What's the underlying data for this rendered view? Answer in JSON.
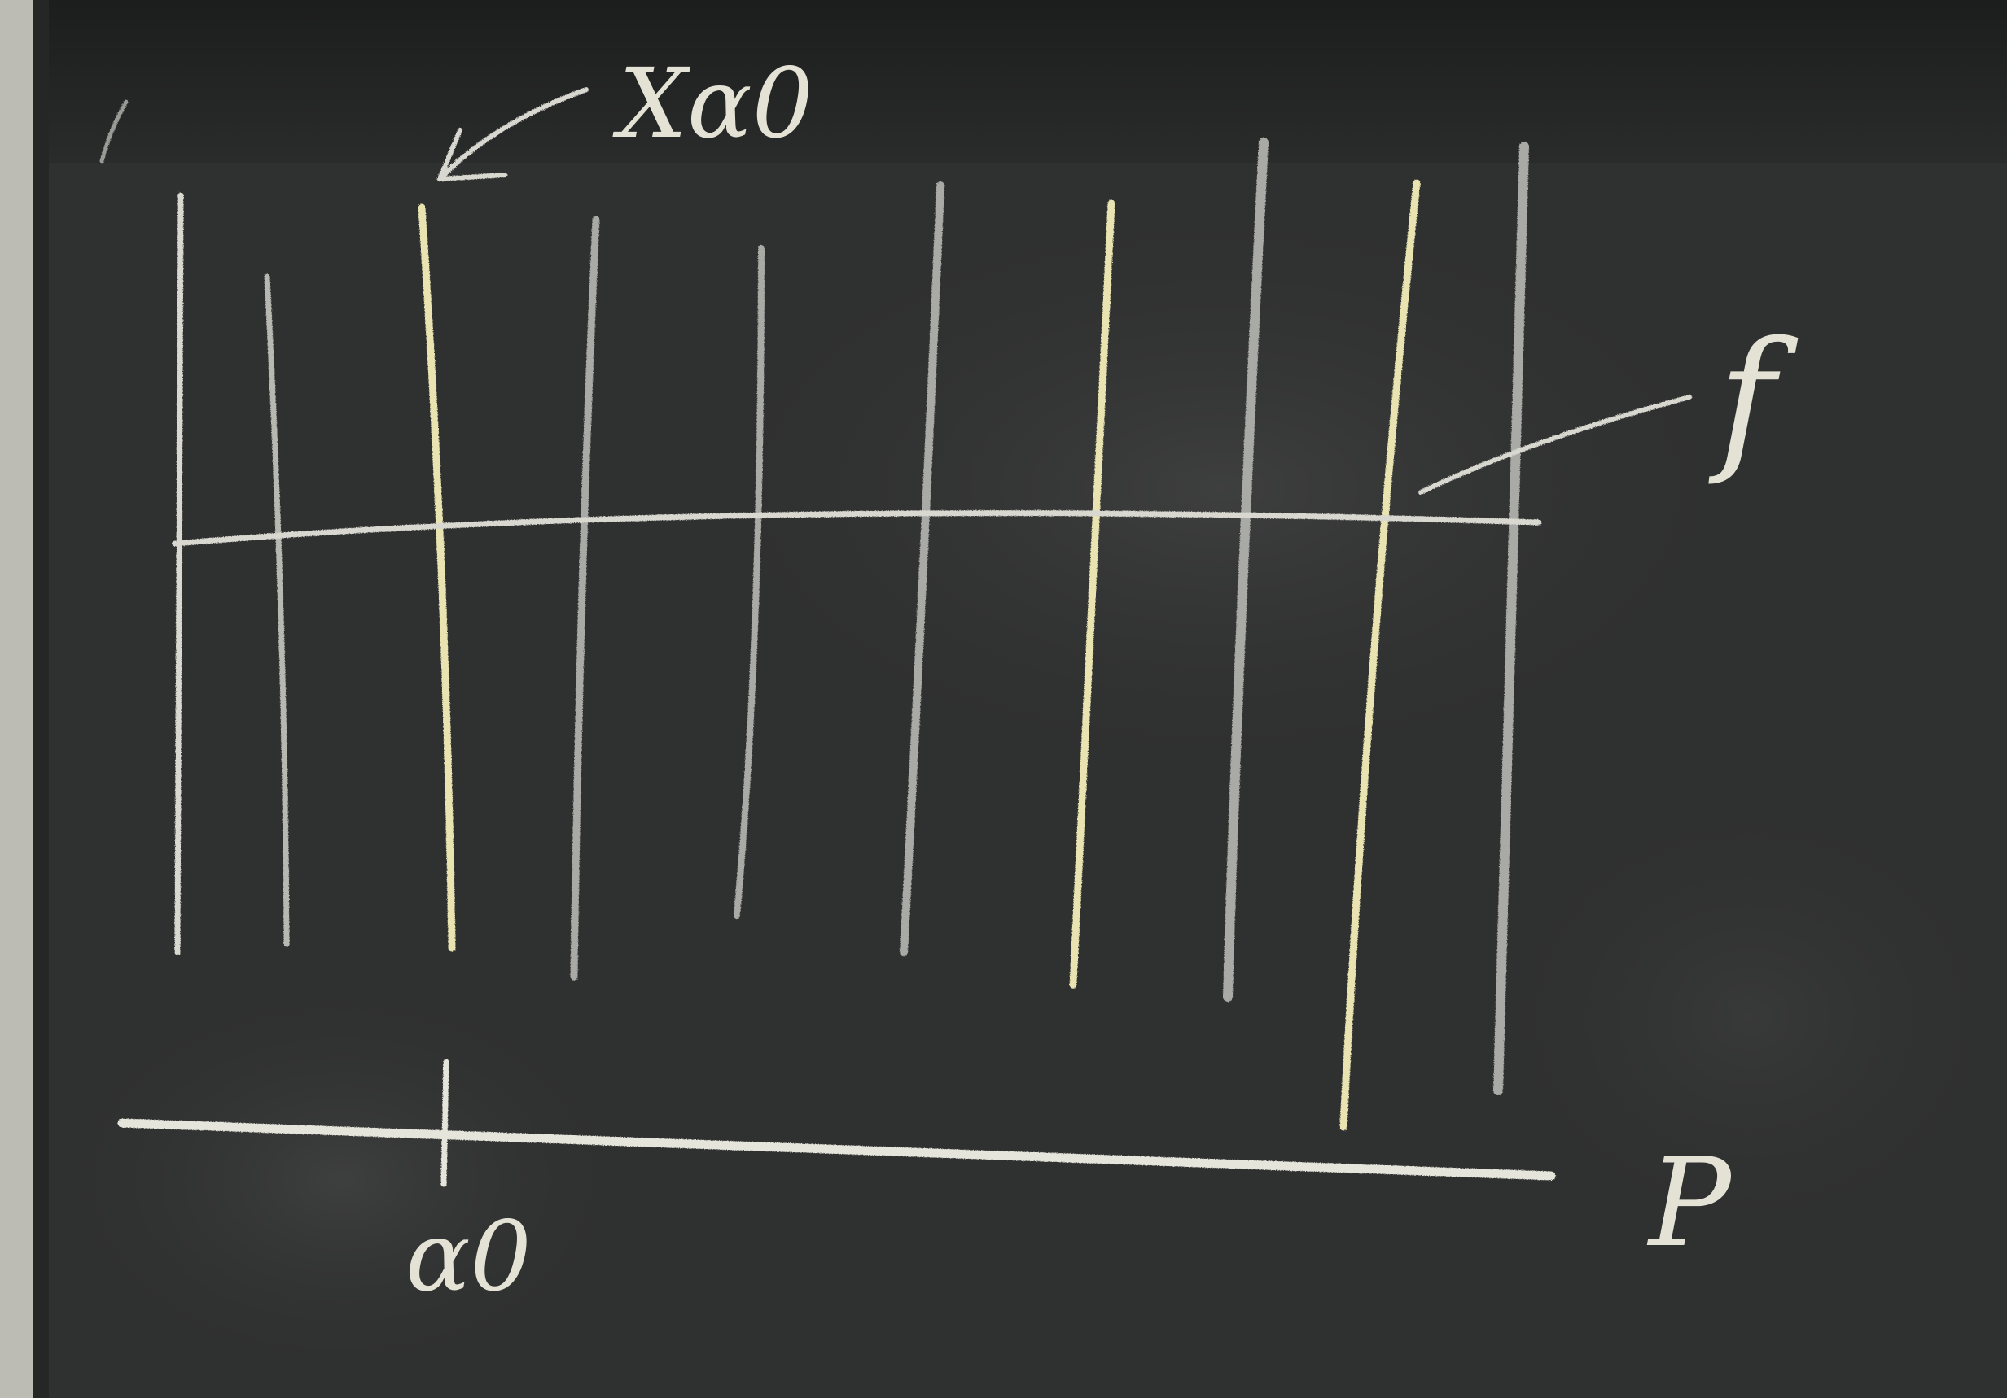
{
  "scene": {
    "description_hidden": "",
    "colors": {
      "board": "#2f3030",
      "board_top_band": "#1f2020",
      "chalk_white": "#d8d8d0",
      "chalk_yellow": "#e8e3b0",
      "chalk_faint": "#a9aaa6"
    }
  },
  "labels": {
    "fiber_label": "Xα0",
    "total_space_label": "f",
    "point_label": "α0",
    "base_label": "P"
  },
  "fibers": [
    {
      "id": 1,
      "color": "chalk_white"
    },
    {
      "id": 2,
      "color": "chalk_faint"
    },
    {
      "id": 3,
      "color": "chalk_yellow"
    },
    {
      "id": 4,
      "color": "chalk_faint"
    },
    {
      "id": 5,
      "color": "chalk_faint"
    },
    {
      "id": 6,
      "color": "chalk_faint"
    },
    {
      "id": 7,
      "color": "chalk_yellow"
    },
    {
      "id": 8,
      "color": "chalk_faint"
    },
    {
      "id": 9,
      "color": "chalk_yellow"
    },
    {
      "id": 10,
      "color": "chalk_faint"
    }
  ]
}
